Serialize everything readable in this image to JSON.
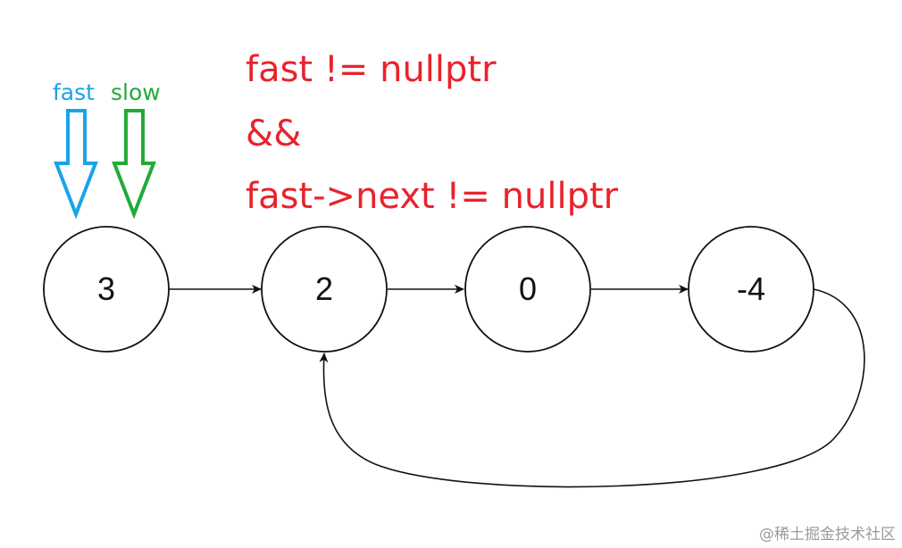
{
  "pointers": {
    "fast": {
      "label": "fast",
      "color": "#1aa3e8"
    },
    "slow": {
      "label": "slow",
      "color": "#22aa3a"
    }
  },
  "condition": {
    "color": "#e8232c",
    "lines": [
      "fast != nullptr",
      "&&",
      "fast->next != nullptr"
    ]
  },
  "nodes": [
    {
      "value": "3"
    },
    {
      "value": "2"
    },
    {
      "value": "0"
    },
    {
      "value": "-4"
    }
  ],
  "watermark": "@稀土掘金技术社区"
}
